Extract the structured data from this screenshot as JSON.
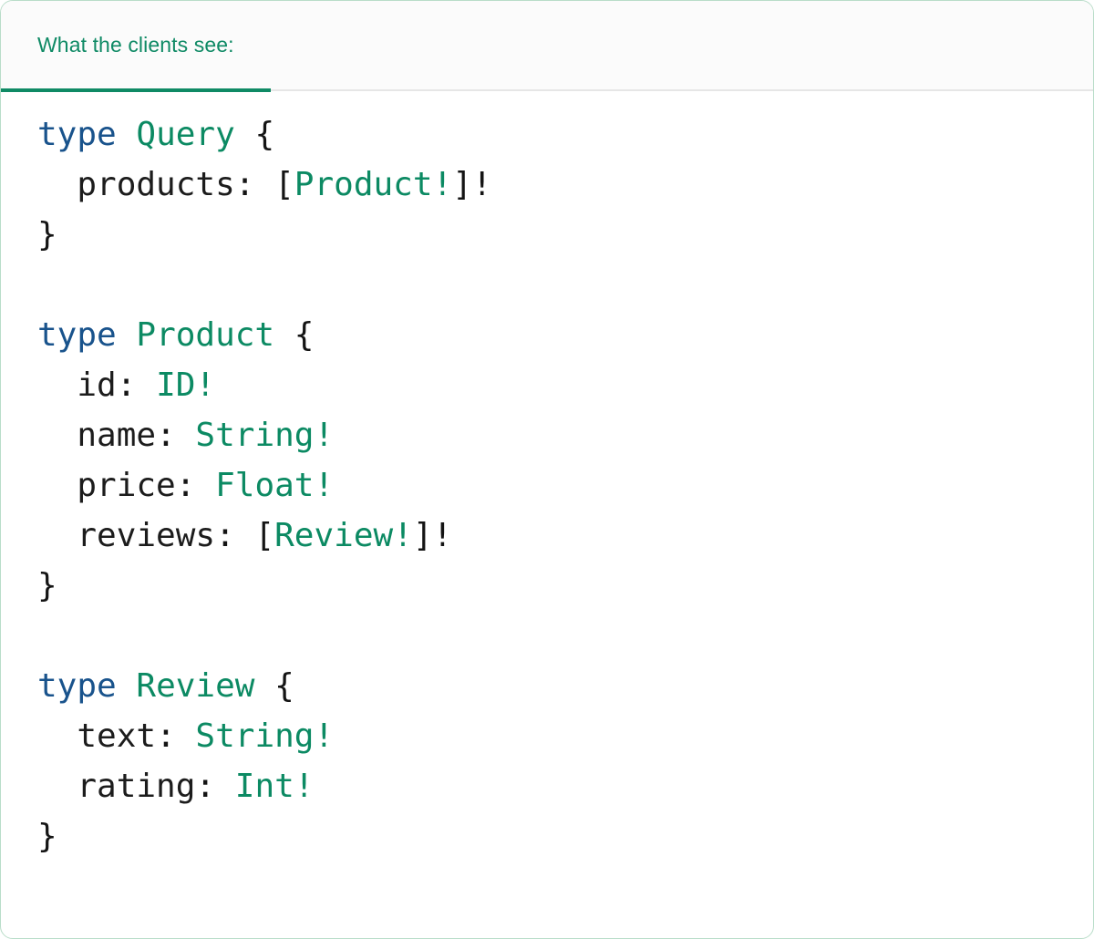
{
  "card": {
    "accent_color": "#0f8a65",
    "border_color": "#b9ddc9",
    "tabbar_bg": "#fbfbfb",
    "divider_color": "#e6e6e6"
  },
  "tabs": [
    {
      "label": "What the clients see:",
      "active": true
    }
  ],
  "syntax_colors": {
    "keyword": "#19538c",
    "type_name": "#0c8a63",
    "punctuation": "#141414",
    "field_name": "#1c1c1c"
  },
  "code": {
    "language": "graphql",
    "text": "type Query {\n  products: [Product!]!\n}\n\ntype Product {\n  id: ID!\n  name: String!\n  price: Float!\n  reviews: [Review!]!\n}\n\ntype Review {\n  text: String!\n  rating: Int!\n}",
    "lines": [
      {
        "tokens": [
          {
            "t": "type",
            "k": "kw"
          },
          {
            "t": " ",
            "k": "pun"
          },
          {
            "t": "Query",
            "k": "type"
          },
          {
            "t": " ",
            "k": "pun"
          },
          {
            "t": "{",
            "k": "pun"
          }
        ]
      },
      {
        "tokens": [
          {
            "t": "  ",
            "k": "pun"
          },
          {
            "t": "products",
            "k": "fld"
          },
          {
            "t": ": ",
            "k": "pun"
          },
          {
            "t": "[",
            "k": "pun"
          },
          {
            "t": "Product!",
            "k": "type"
          },
          {
            "t": "]!",
            "k": "pun"
          }
        ]
      },
      {
        "tokens": [
          {
            "t": "}",
            "k": "pun"
          }
        ]
      },
      {
        "tokens": []
      },
      {
        "tokens": [
          {
            "t": "type",
            "k": "kw"
          },
          {
            "t": " ",
            "k": "pun"
          },
          {
            "t": "Product",
            "k": "type"
          },
          {
            "t": " ",
            "k": "pun"
          },
          {
            "t": "{",
            "k": "pun"
          }
        ]
      },
      {
        "tokens": [
          {
            "t": "  ",
            "k": "pun"
          },
          {
            "t": "id",
            "k": "fld"
          },
          {
            "t": ": ",
            "k": "pun"
          },
          {
            "t": "ID!",
            "k": "type"
          }
        ]
      },
      {
        "tokens": [
          {
            "t": "  ",
            "k": "pun"
          },
          {
            "t": "name",
            "k": "fld"
          },
          {
            "t": ": ",
            "k": "pun"
          },
          {
            "t": "String!",
            "k": "type"
          }
        ]
      },
      {
        "tokens": [
          {
            "t": "  ",
            "k": "pun"
          },
          {
            "t": "price",
            "k": "fld"
          },
          {
            "t": ": ",
            "k": "pun"
          },
          {
            "t": "Float!",
            "k": "type"
          }
        ]
      },
      {
        "tokens": [
          {
            "t": "  ",
            "k": "pun"
          },
          {
            "t": "reviews",
            "k": "fld"
          },
          {
            "t": ": ",
            "k": "pun"
          },
          {
            "t": "[",
            "k": "pun"
          },
          {
            "t": "Review!",
            "k": "type"
          },
          {
            "t": "]!",
            "k": "pun"
          }
        ]
      },
      {
        "tokens": [
          {
            "t": "}",
            "k": "pun"
          }
        ]
      },
      {
        "tokens": []
      },
      {
        "tokens": [
          {
            "t": "type",
            "k": "kw"
          },
          {
            "t": " ",
            "k": "pun"
          },
          {
            "t": "Review",
            "k": "type"
          },
          {
            "t": " ",
            "k": "pun"
          },
          {
            "t": "{",
            "k": "pun"
          }
        ]
      },
      {
        "tokens": [
          {
            "t": "  ",
            "k": "pun"
          },
          {
            "t": "text",
            "k": "fld"
          },
          {
            "t": ": ",
            "k": "pun"
          },
          {
            "t": "String!",
            "k": "type"
          }
        ]
      },
      {
        "tokens": [
          {
            "t": "  ",
            "k": "pun"
          },
          {
            "t": "rating",
            "k": "fld"
          },
          {
            "t": ": ",
            "k": "pun"
          },
          {
            "t": "Int!",
            "k": "type"
          }
        ]
      },
      {
        "tokens": [
          {
            "t": "}",
            "k": "pun"
          }
        ]
      }
    ]
  }
}
